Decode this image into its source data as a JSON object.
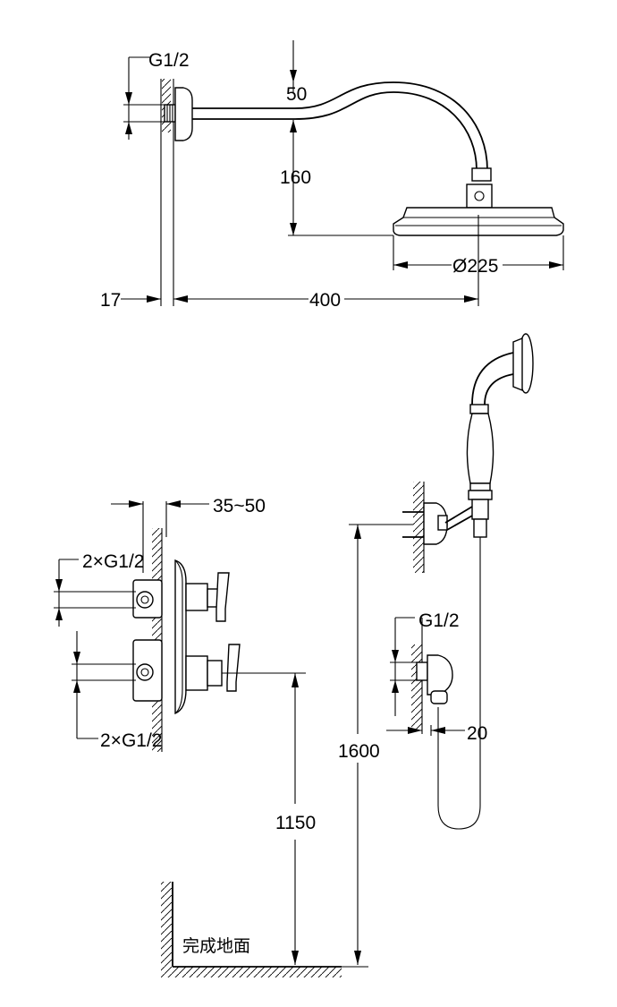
{
  "top_view": {
    "inlet_label": "G1/2",
    "arm_drop": "50",
    "head_drop": "160",
    "head_diameter": "Ø225",
    "wall_offset": "17",
    "arm_length": "400"
  },
  "valve_view": {
    "wall_depth": "35~50",
    "top_inlets": "2×G1/2",
    "bottom_inlets": "2×G1/2",
    "height_from_floor": "1150"
  },
  "hand_shower_view": {
    "outlet_label": "G1/2",
    "outlet_offset": "20",
    "holder_height": "1600"
  },
  "floor_label": "完成地面"
}
